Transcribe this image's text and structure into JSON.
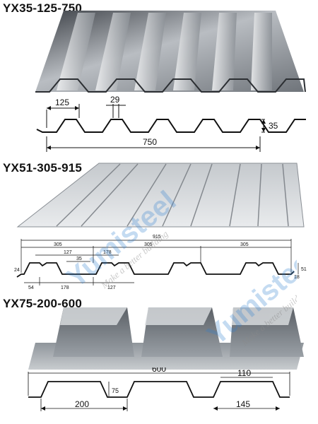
{
  "panels": [
    {
      "title": "YX35-125-750",
      "dims": {
        "pitch": "125",
        "rib_top": "29",
        "height": "35",
        "cover_width": "750"
      }
    },
    {
      "title": "YX51-305-915",
      "dims": {
        "total": "915",
        "pitch1": "305",
        "pitch2": "305",
        "pitch3": "305",
        "sub1": "127",
        "sub2": "178",
        "small": "35",
        "bottom1": "54",
        "bottom2": "178",
        "bottom3": "127",
        "height": "51",
        "left_small": "24",
        "right_small": "18"
      }
    },
    {
      "title": "YX75-200-600",
      "dims": {
        "cover_width": "600",
        "rib_top": "110",
        "height": "75",
        "pitch": "200",
        "rib_bottom": "145"
      }
    }
  ],
  "watermark": {
    "brand": "Yumisteel",
    "slogan": "Make a better building"
  },
  "colors": {
    "steel_dark": "#555a60",
    "steel_light": "#d6d9dc",
    "brand": "#2f7fd0",
    "accent": "#e58a3a"
  }
}
